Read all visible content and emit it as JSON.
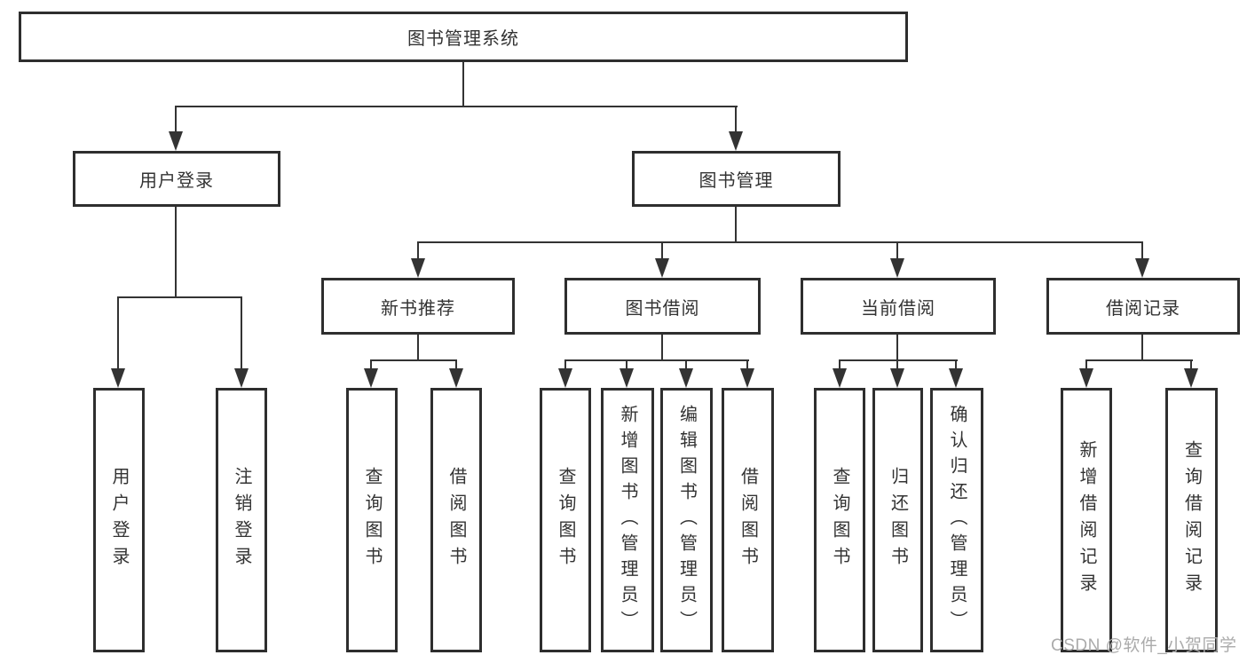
{
  "diagram": {
    "root": "图书管理系统",
    "branches": [
      {
        "label": "用户登录",
        "children": [
          "用户登录",
          "注销登录"
        ]
      },
      {
        "label": "图书管理",
        "groups": [
          {
            "label": "新书推荐",
            "children": [
              "查询图书",
              "借阅图书"
            ]
          },
          {
            "label": "图书借阅",
            "children": [
              "查询图书",
              "新增图书（管理员）",
              "编辑图书（管理员）",
              "借阅图书"
            ]
          },
          {
            "label": "当前借阅",
            "children": [
              "查询图书",
              "归还图书",
              "确认归还（管理员）"
            ]
          },
          {
            "label": "借阅记录",
            "children": [
              "新增借阅记录",
              "查询借阅记录"
            ]
          }
        ]
      }
    ]
  },
  "watermark": "CSDN @软件_小贺同学",
  "colors": {
    "line": "#333333",
    "box_border": "#2e2e2e",
    "text": "#333333",
    "background": "#ffffff",
    "watermark": "#ababab"
  }
}
